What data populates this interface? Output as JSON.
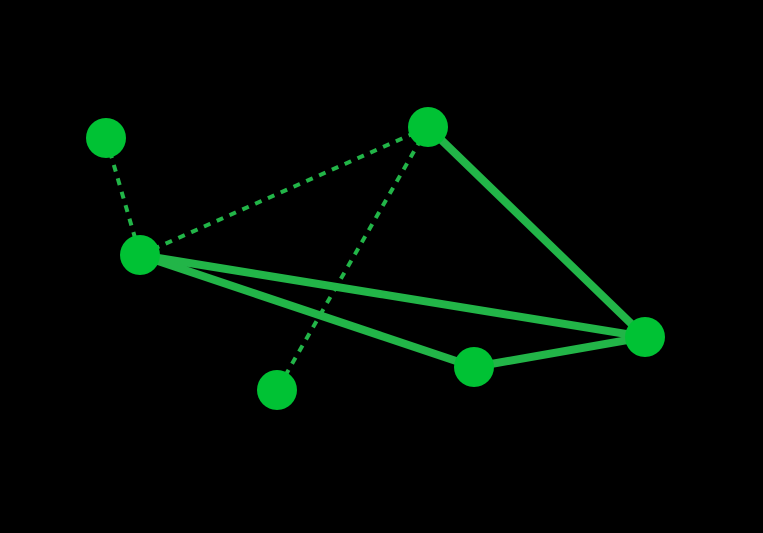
{
  "colors": {
    "background": "#000000",
    "edge": "#22b548",
    "node": "#00c234"
  },
  "graph": {
    "nodes": [
      {
        "id": "A"
      },
      {
        "id": "B"
      },
      {
        "id": "C"
      },
      {
        "id": "D"
      },
      {
        "id": "E"
      },
      {
        "id": "F"
      }
    ],
    "edges": [
      {
        "from": "A",
        "to": "B",
        "style": "dotted"
      },
      {
        "from": "B",
        "to": "C",
        "style": "dotted"
      },
      {
        "from": "C",
        "to": "D",
        "style": "dotted"
      },
      {
        "from": "C",
        "to": "E",
        "style": "solid"
      },
      {
        "from": "B",
        "to": "E",
        "style": "solid"
      },
      {
        "from": "B",
        "to": "F",
        "style": "solid"
      },
      {
        "from": "F",
        "to": "E",
        "style": "solid"
      }
    ]
  }
}
